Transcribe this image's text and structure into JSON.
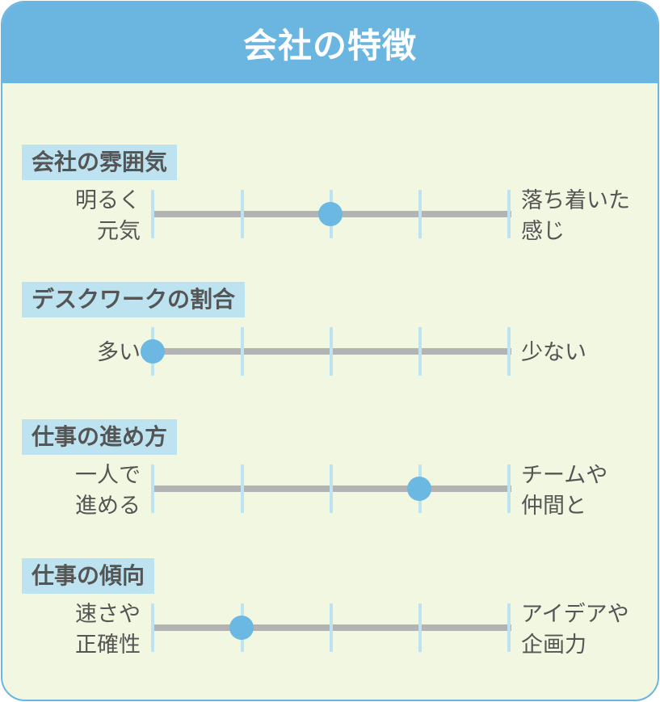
{
  "title": "会社の特徴",
  "colors": {
    "header": "#6bb6e1",
    "background": "#f2f7e2",
    "label_bg": "#bde3f0",
    "bar": "#b3b3b3",
    "dot": "#6bb8e3",
    "text": "#555555"
  },
  "scale_steps": 5,
  "sections": [
    {
      "title": "会社の雰囲気",
      "left": "明るく\n元気",
      "right": "落ち着いた\n感じ",
      "position": 2
    },
    {
      "title": "デスクワークの割合",
      "left": "多い",
      "right": "少ない",
      "position": 0
    },
    {
      "title": "仕事の進め方",
      "left": "一人で\n進める",
      "right": "チームや\n仲間と",
      "position": 3
    },
    {
      "title": "仕事の傾向",
      "left": "速さや\n正確性",
      "right": "アイデアや\n企画力",
      "position": 1
    }
  ]
}
